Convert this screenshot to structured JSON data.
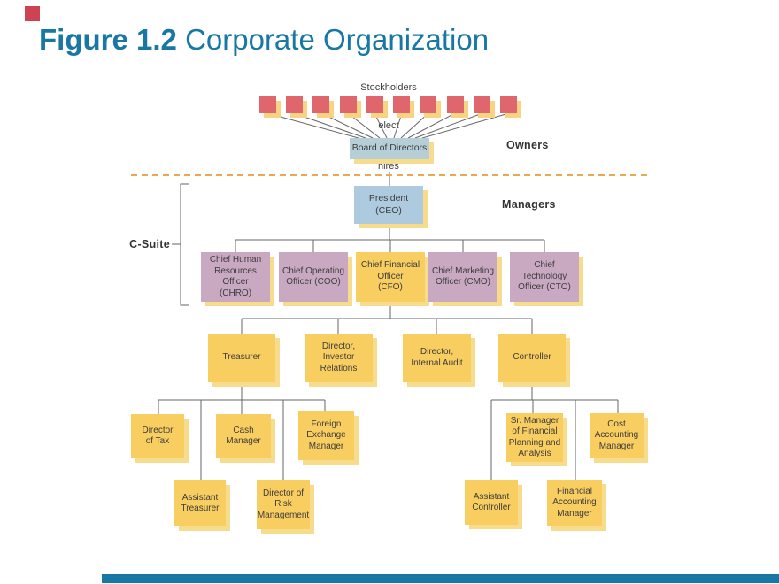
{
  "title": {
    "figure_label": "Figure 1.2",
    "main": "Corporate Organization"
  },
  "annotations": {
    "stockholders": "Stockholders",
    "elect": "elect",
    "hires": "hires",
    "owners": "Owners",
    "managers": "Managers",
    "c_suite": "C-Suite"
  },
  "nodes": {
    "board_of_directors": "Board of Directors",
    "president": "President\n(CEO)",
    "chro": "Chief Human\nResources Officer\n(CHRO)",
    "coo": "Chief Operating\nOfficer (COO)",
    "cfo": "Chief Financial\nOfficer\n(CFO)",
    "cmo": "Chief Marketing\nOfficer (CMO)",
    "cto": "Chief\nTechnology\nOfficer (CTO)",
    "treasurer": "Treasurer",
    "director_investor_relations": "Director,\nInvestor\nRelations",
    "director_internal_audit": "Director,\nInternal Audit",
    "controller": "Controller",
    "director_of_tax": "Director\nof Tax",
    "cash_manager": "Cash\nManager",
    "foreign_exchange_manager": "Foreign\nExchange\nManager",
    "assistant_treasurer": "Assistant\nTreasurer",
    "director_of_risk_management": "Director of\nRisk\nManagement",
    "sr_manager_fpa": "Sr. Manager\nof Financial\nPlanning and\nAnalysis",
    "cost_accounting_manager": "Cost\nAccounting\nManager",
    "assistant_controller": "Assistant\nController",
    "financial_accounting_manager": "Financial\nAccounting\nManager"
  },
  "colors": {
    "title_teal": "#1878a3",
    "owner_box_blue": "#b6ced6",
    "president_blue": "#aecadf",
    "c_suite_lavender": "#c9a9c2",
    "node_yellow": "#f9ce60",
    "stockholder_red": "#e0666e",
    "box_shadow_yellow": "#f8dc8d",
    "divider_orange": "#eaa94f",
    "footer_bar_teal": "#1878a3",
    "corner_accent_red": "#ce4351",
    "connector_gray": "#666666"
  }
}
